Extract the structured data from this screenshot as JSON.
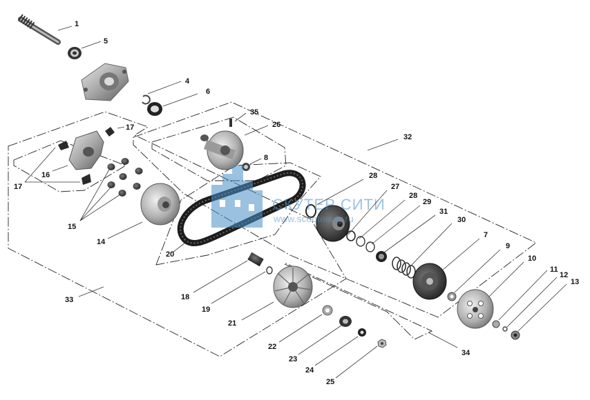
{
  "watermark": {
    "brand": "СКУТЕР СИТИ",
    "url": "www.scootercity.ru",
    "color": "#4a90c8"
  },
  "callouts": {
    "n1": "1",
    "n4": "4",
    "n5": "5",
    "n6": "6",
    "n7": "7",
    "n8": "8",
    "n9": "9",
    "n10": "10",
    "n11": "11",
    "n12": "12",
    "n13": "13",
    "n14": "14",
    "n15": "15",
    "n16": "16",
    "n17a": "17",
    "n17b": "17",
    "n18": "18",
    "n19": "19",
    "n20": "20",
    "n21": "21",
    "n22": "22",
    "n23": "23",
    "n24": "24",
    "n25": "25",
    "n26": "26",
    "n27": "27",
    "n28a": "28",
    "n28b": "28",
    "n29": "29",
    "n30": "30",
    "n31": "31",
    "n32": "32",
    "n33": "33",
    "n34": "34",
    "n35": "35"
  },
  "colors": {
    "metal": "#b8b8b8",
    "metal_dark": "#6e6e6e",
    "rubber": "#1e1e1e",
    "border": "#222222"
  }
}
